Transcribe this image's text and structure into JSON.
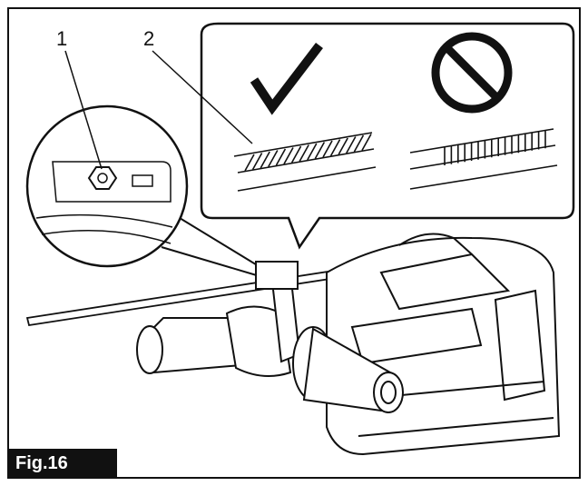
{
  "figure": {
    "label": "Fig.16",
    "callouts": [
      "1",
      "2"
    ]
  },
  "panels": {
    "correct": {
      "icon": "checkmark-icon"
    },
    "incorrect": {
      "icon": "prohibited-icon"
    }
  },
  "colors": {
    "ink": "#111111",
    "background": "#ffffff"
  }
}
